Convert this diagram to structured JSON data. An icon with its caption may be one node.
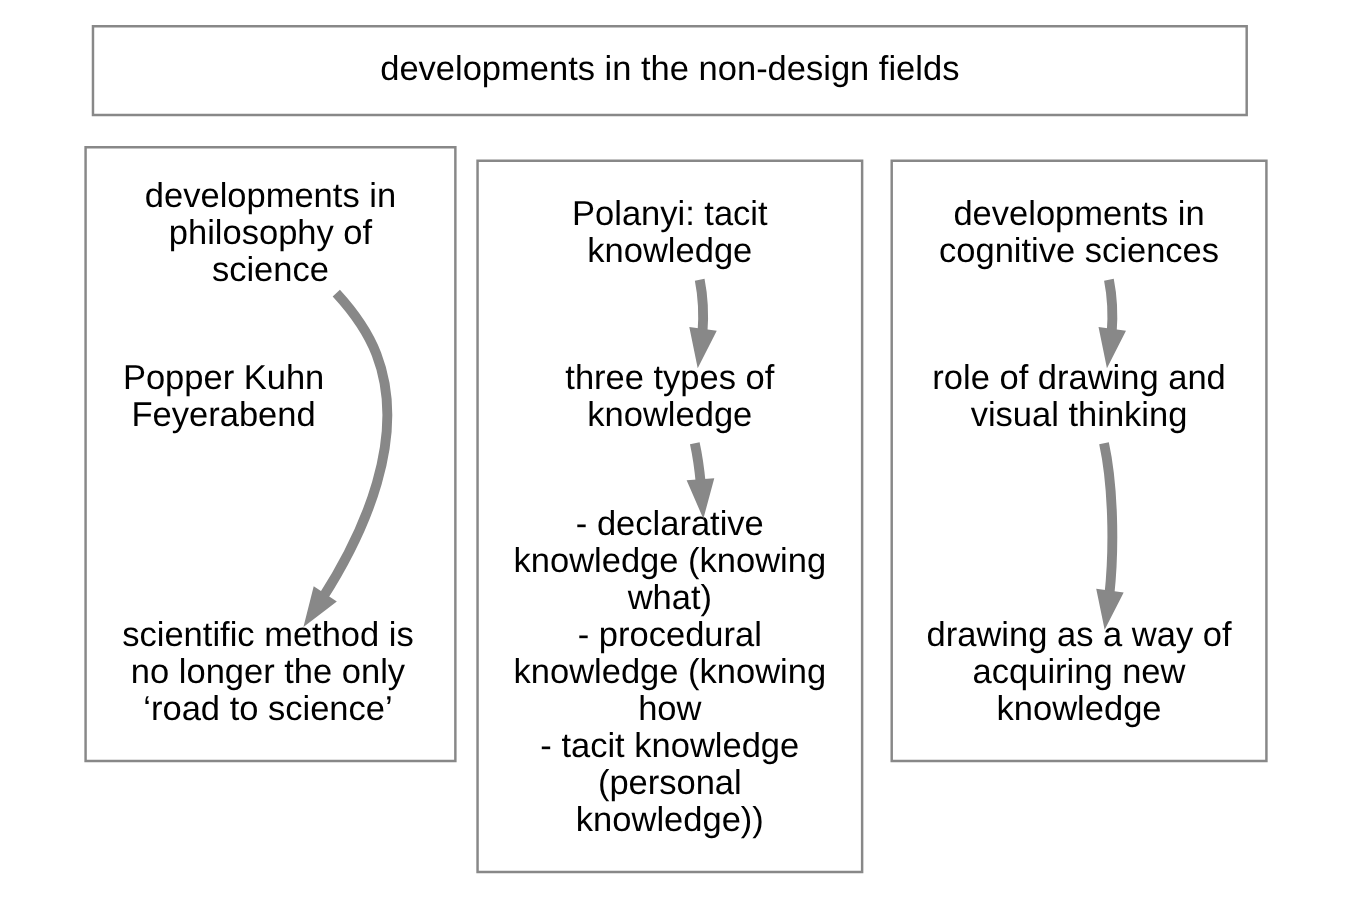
{
  "diagram": {
    "nodes": [
      {
        "text": [
          "developments in the non-design fields"
        ]
      },
      {
        "text": [],
        "shape": "box"
      },
      {
        "text": [
          "developments in philosophy of science"
        ],
        "in": 1
      },
      {
        "text": [
          "Popper Kuhn Feyerabend"
        ],
        "in": 1
      },
      {
        "text": [
          "scientific method is no longer the only ‘road to science’"
        ],
        "in": 1
      },
      {
        "text": [],
        "shape": "box"
      },
      {
        "text": [
          "Polanyi: tacit knowledge"
        ],
        "in": 5
      },
      {
        "text": [
          "three types of knowledge"
        ],
        "in": 5
      },
      {
        "text": [
          "- declarative knowledge (knowing what)",
          "- procedural knowledge (knowing how",
          "- tacit knowledge (personal knowledge))"
        ],
        "in": 5
      },
      {
        "text": [],
        "shape": "box"
      },
      {
        "text": [
          "developments in cognitive sciences"
        ],
        "in": 9
      },
      {
        "text": [
          "role of drawing and visual thinking"
        ],
        "in": 9
      },
      {
        "text": [
          "drawing as a way of acquiring new knowledge"
        ],
        "in": 9
      }
    ],
    "edges": [
      {
        "from": 2,
        "to": 4,
        "arrow": "to"
      },
      {
        "from": 6,
        "to": 7,
        "arrow": "to"
      },
      {
        "from": 7,
        "to": 8,
        "arrow": "to"
      },
      {
        "from": 10,
        "to": 11,
        "arrow": "to"
      },
      {
        "from": 11,
        "to": 12,
        "arrow": "to"
      }
    ]
  }
}
